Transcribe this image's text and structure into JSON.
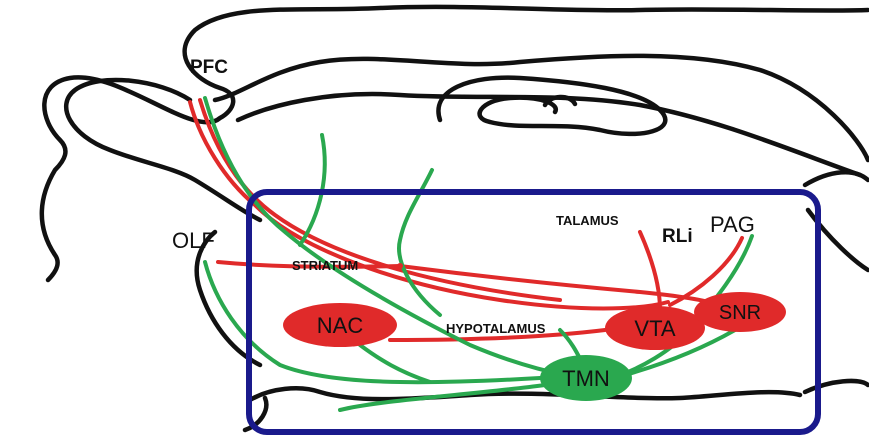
{
  "colors": {
    "red_pathway": "#e02a2a",
    "green_pathway": "#2aa84f",
    "box_border": "#1a1a8c",
    "red_node_fill": "#e02a2a",
    "green_node_fill": "#2aa84f",
    "outline": "#111111"
  },
  "labels": {
    "pfc": "PFC",
    "olf": "OLF",
    "striatum": "STRIATUM",
    "hypothalamus": "HYPOTALAMUS",
    "talamus": "TALAMUS",
    "rli": "RLi",
    "pag": "PAG"
  },
  "nodes": {
    "nac": "NAC",
    "vta": "VTA",
    "snr": "SNR",
    "tmn": "TMN"
  }
}
